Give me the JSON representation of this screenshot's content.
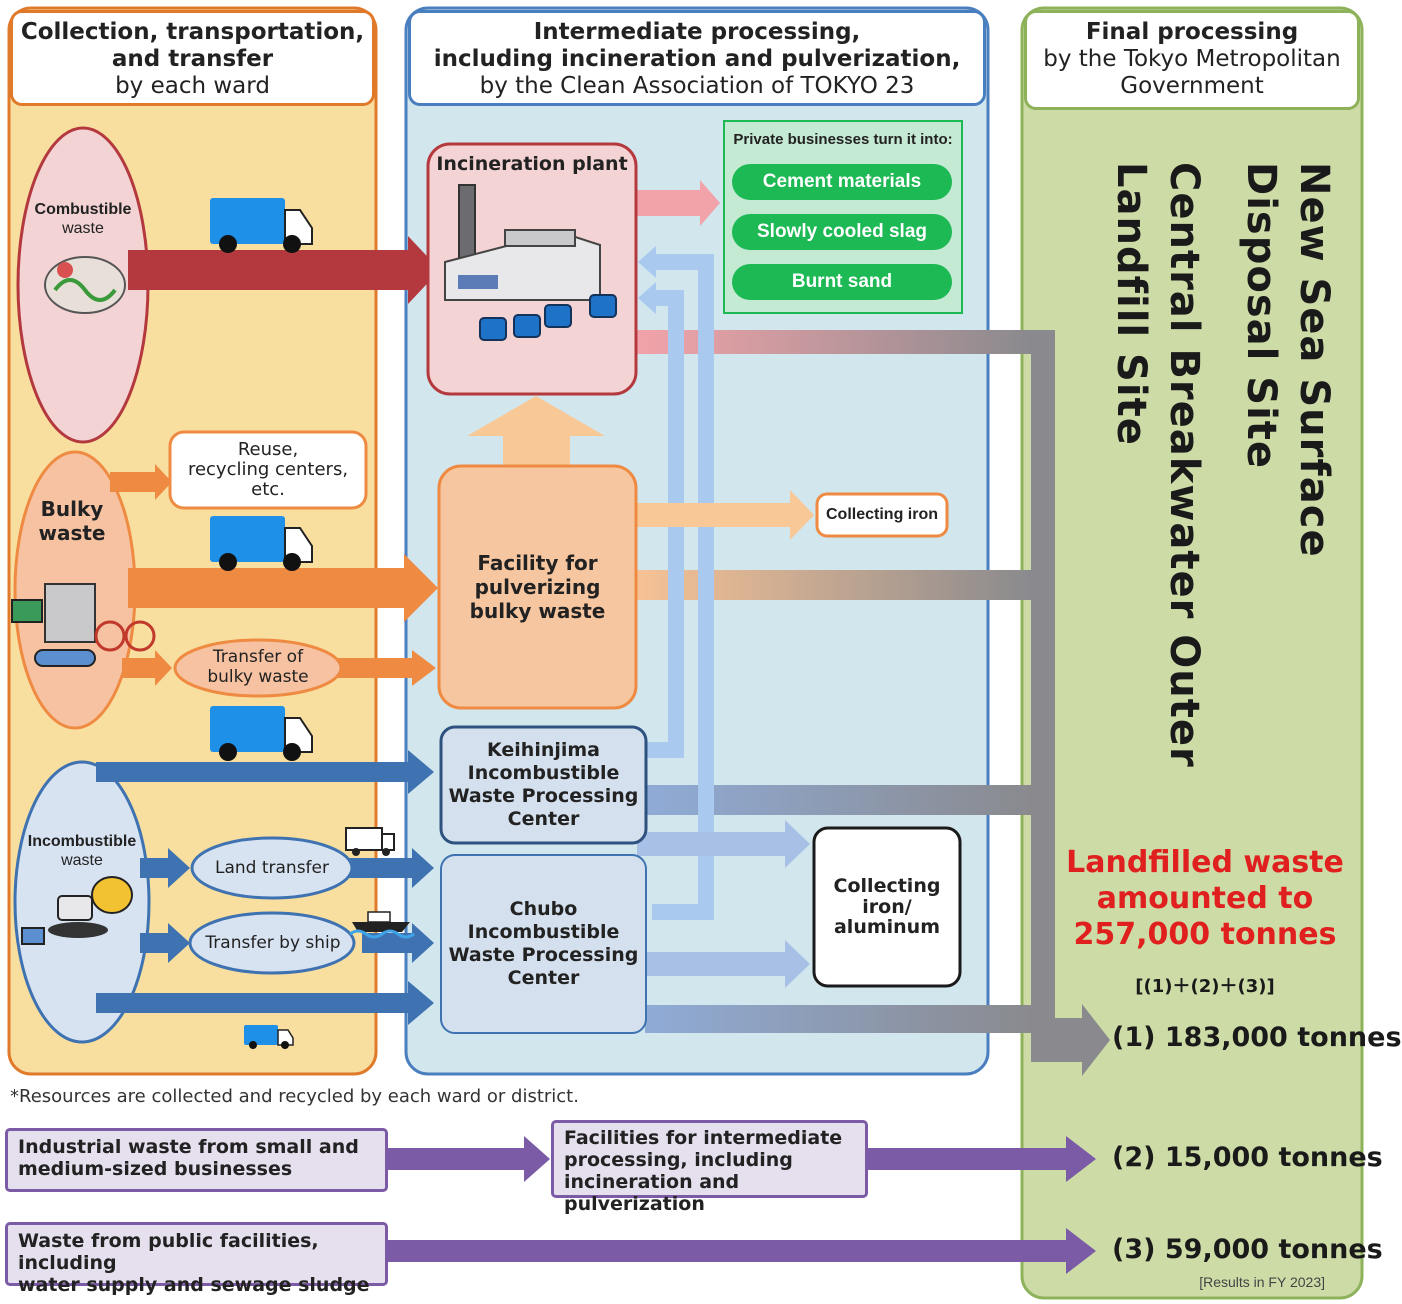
{
  "headers": {
    "collection": {
      "line1": "Collection, transportation,",
      "line2": "and transfer",
      "line3": "by each ward"
    },
    "intermediate": {
      "line1": "Intermediate processing,",
      "line2": "including incineration and pulverization,",
      "line3": "by the Clean Association of TOKYO 23"
    },
    "final": {
      "line1": "Final processing",
      "line2": "by the Tokyo Metropolitan",
      "line3": "Government"
    }
  },
  "sources": {
    "combustible": {
      "line1": "Combustible",
      "line2": "waste"
    },
    "bulky": {
      "line1": "Bulky",
      "line2": "waste"
    },
    "incombustible": {
      "line1": "Incombustible",
      "line2": "waste"
    }
  },
  "collection_items": {
    "reuse": {
      "line1": "Reuse,",
      "line2": "recycling centers,",
      "line3": "etc."
    },
    "transfer_bulky": {
      "line1": "Transfer of",
      "line2": "bulky waste"
    },
    "land_transfer": "Land transfer",
    "ship_transfer": "Transfer by ship"
  },
  "facilities": {
    "incineration": "Incineration plant",
    "pulverizing": {
      "line1": "Facility for",
      "line2": "pulverizing",
      "line3": "bulky waste"
    },
    "keihinjima": {
      "line1": "Keihinjima",
      "line2": "Incombustible",
      "line3": "Waste Processing",
      "line4": "Center"
    },
    "chubo": {
      "line1": "Chubo",
      "line2": "Incombustible",
      "line3": "Waste Processing",
      "line4": "Center"
    }
  },
  "private": {
    "title": "Private businesses turn it into:",
    "items": [
      "Cement materials",
      "Slowly cooled slag",
      "Burnt sand"
    ]
  },
  "recovery": {
    "iron": "Collecting iron",
    "iron_aluminum": {
      "line1": "Collecting",
      "line2": "iron/",
      "line3": "aluminum"
    }
  },
  "landfill": {
    "col1": "New Sea Surface",
    "col2": "Disposal Site",
    "col3": "Central Breakwater Outer",
    "col4": "Landfill Site"
  },
  "total": {
    "line1": "Landfilled waste",
    "line2": "amounted to",
    "line3": "257,000 tonnes",
    "formula": "[(1)＋(2)＋(3)]"
  },
  "amounts": [
    "(1) 183,000 tonnes",
    "(2) 15,000 tonnes",
    "(3) 59,000 tonnes"
  ],
  "footnote": "*Resources are collected and recycled by each ward or district.",
  "industrial": {
    "line1": "Industrial waste from small and",
    "line2": "medium-sized businesses"
  },
  "facilities_intermediate": {
    "line1": "Facilities for intermediate",
    "line2": "processing, including",
    "line3": "incineration and pulverization"
  },
  "public_waste": {
    "line1": "Waste from public facilities, including",
    "line2": "water supply and sewage sludge"
  },
  "results_note": "[Results in FY 2023]",
  "colors": {
    "collection_bg": "#f8dfa0",
    "collection_border": "#e07a2a",
    "intermediate_bg": "#d2e6ee",
    "intermediate_border": "#4a7fbf",
    "final_bg": "#cddca7",
    "final_border": "#8eb25a",
    "combustible_arrow": "#b4393f",
    "bulky_arrow": "#ef8a42",
    "incombustible_arrow": "#3f72b0",
    "purple": "#7b5aa6",
    "total_red": "#e0201e"
  }
}
